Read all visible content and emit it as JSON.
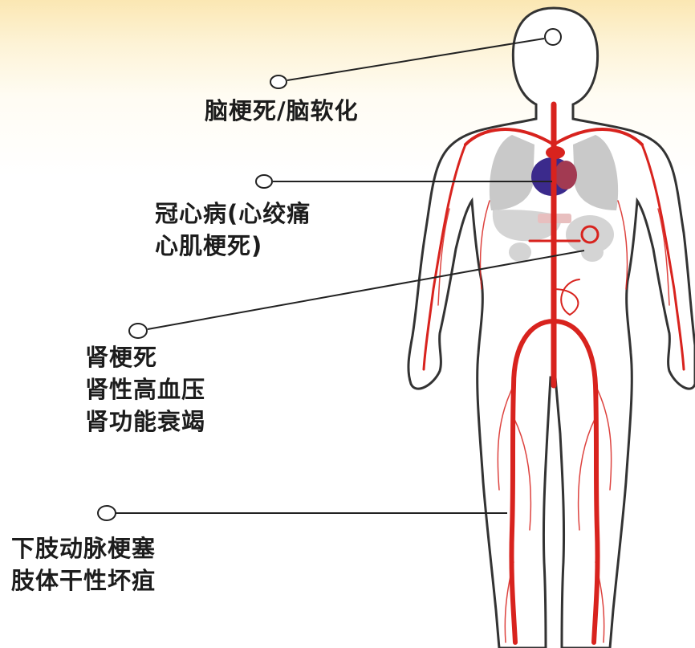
{
  "callouts": {
    "brain": {
      "lines": [
        "脑梗死/脑软化"
      ]
    },
    "heart": {
      "lines": [
        "冠心病(心绞痛",
        "心肌梗死)"
      ]
    },
    "kidney": {
      "lines": [
        "肾梗死",
        "肾性高血压",
        "肾功能衰竭"
      ]
    },
    "legs": {
      "lines": [
        "下肢动脉梗塞",
        "肢体干性坏疽"
      ]
    }
  },
  "colors": {
    "artery": "#d8231e",
    "organ": "#c9c9c9",
    "heart": "#3b2a8c",
    "outline": "#333333",
    "text": "#1c1c1c",
    "background_top": "#fbe7b3"
  }
}
